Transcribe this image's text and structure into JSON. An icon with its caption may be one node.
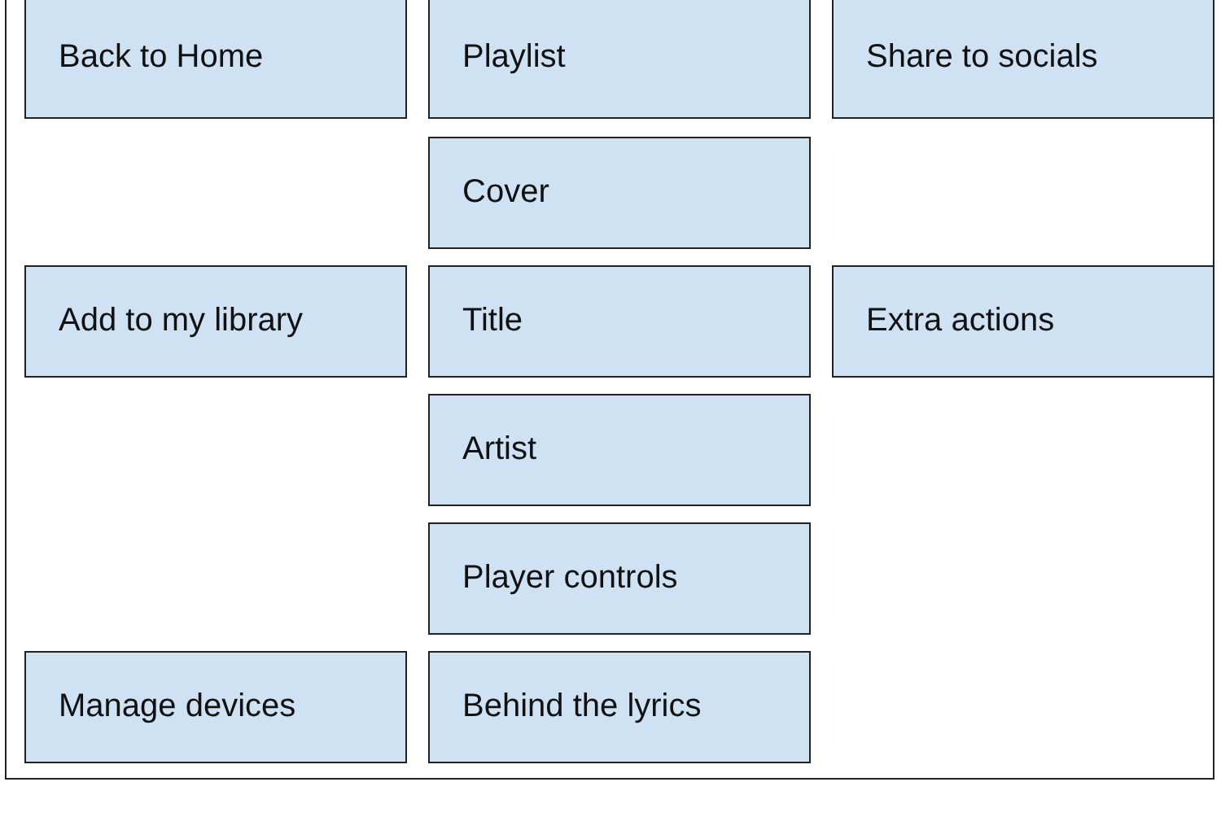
{
  "diagram": {
    "nodes": [
      {
        "text": [
          "Back to Home"
        ]
      },
      {
        "text": [
          "Playlist"
        ]
      },
      {
        "text": [
          "Share to socials"
        ]
      },
      {
        "text": [
          "Cover"
        ]
      },
      {
        "text": [
          "Add to my library"
        ]
      },
      {
        "text": [
          "Title"
        ]
      },
      {
        "text": [
          "Extra actions"
        ]
      },
      {
        "text": [
          "Artist"
        ]
      },
      {
        "text": [
          "Player controls"
        ]
      },
      {
        "text": [
          "Manage devices"
        ]
      },
      {
        "text": [
          "Behind the lyrics"
        ]
      }
    ]
  }
}
